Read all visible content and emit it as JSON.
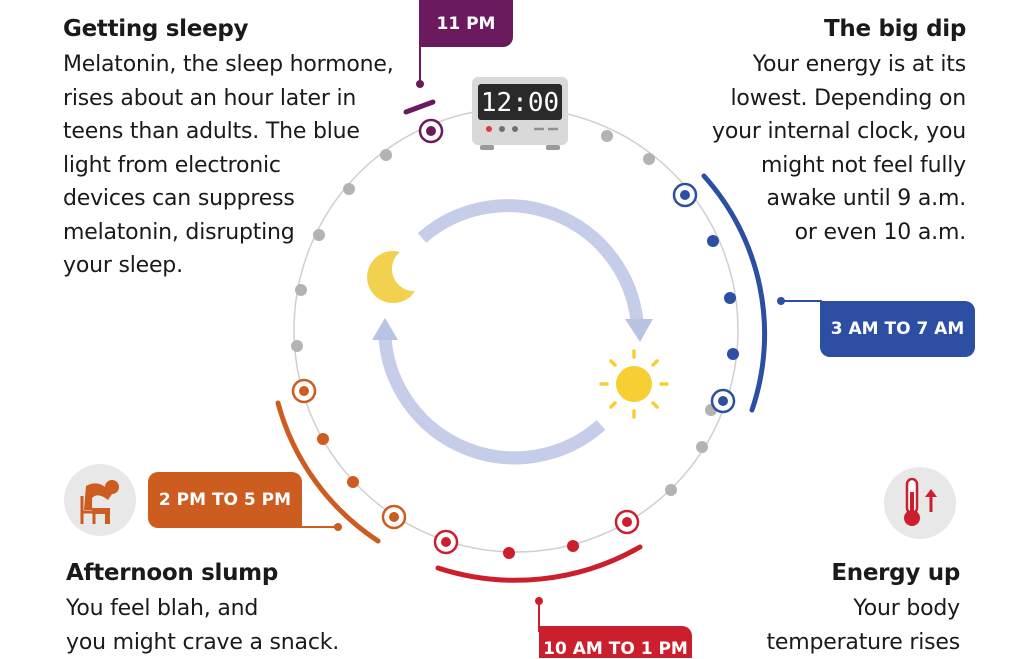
{
  "sections": {
    "getting_sleepy": {
      "title": "Getting sleepy",
      "lines": [
        "Melatonin, the sleep hormone,",
        "rises about an hour later in",
        "teens than adults. The blue",
        "light from electronic",
        "devices can suppress",
        "melatonin, disrupting",
        "your sleep."
      ],
      "time_label": "11 PM",
      "color": "#6b1a5e"
    },
    "big_dip": {
      "title": "The big dip",
      "lines": [
        "Your energy is at its",
        "lowest. Depending on",
        "your internal clock, you",
        "might not feel fully",
        "awake until 9 a.m.",
        "or even 10 a.m."
      ],
      "time_label": "3 AM TO 7 AM",
      "color": "#2d4fa3"
    },
    "afternoon_slump": {
      "title": "Afternoon slump",
      "lines": [
        "You feel blah, and",
        "you might crave a snack."
      ],
      "time_label": "2 PM TO 5 PM",
      "color": "#cc5c1f"
    },
    "energy_up": {
      "title": "Energy up",
      "lines": [
        "Your body",
        "temperature rises"
      ],
      "time_label": "10 AM TO 1 PM",
      "color": "#cc1f2e"
    }
  },
  "clock": {
    "display": "12:00",
    "icon": "alarm-clock-icon"
  },
  "icons": {
    "moon": "moon-icon",
    "sun": "sun-icon",
    "slump": "person-slumped-icon",
    "thermometer": "thermometer-rising-icon"
  },
  "colors": {
    "neutral_dot": "#b3b3b3",
    "ring": "#cccccc",
    "cycle_arrow": "#c5cde8",
    "moon": "#f2d14f",
    "sun": "#f7cf35",
    "icon_bg": "#e8e8e8"
  }
}
